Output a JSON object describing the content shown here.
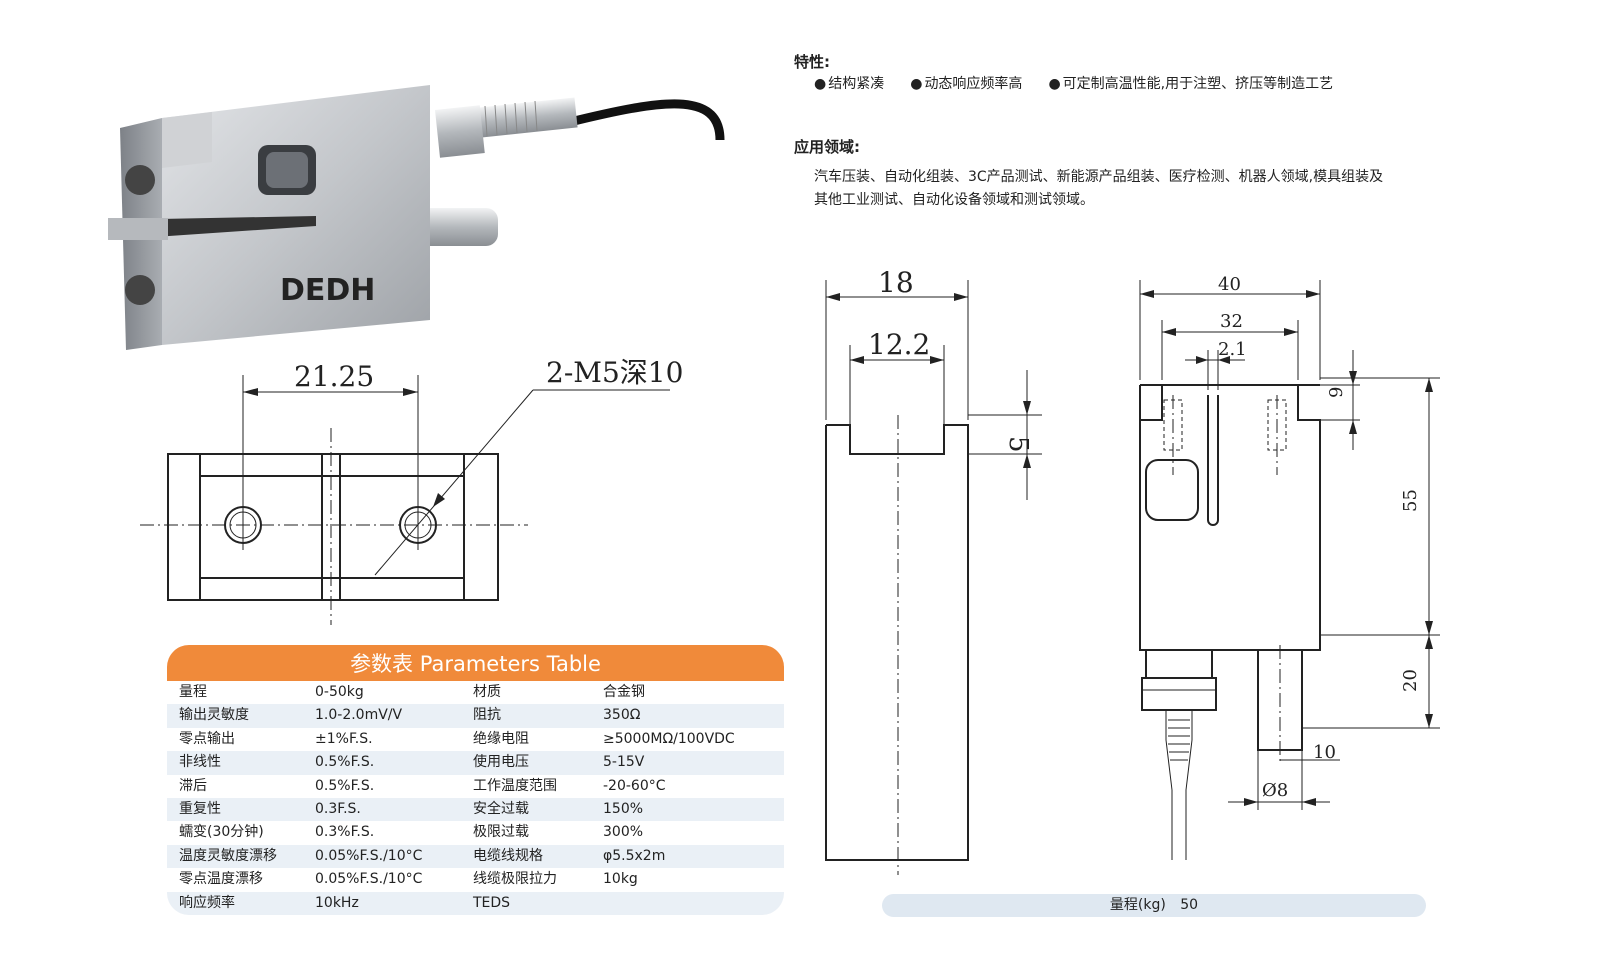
{
  "product": {
    "logo_text": "DEDH"
  },
  "features": {
    "title": "特性:",
    "items": [
      "结构紧凑",
      "动态响应频率高",
      "可定制高温性能,用于注塑、挤压等制造工艺"
    ]
  },
  "application": {
    "title": "应用领域:",
    "lines": [
      "汽车压装、自动化组装、3C产品测试、新能源产品组装、医疗检测、机器人领域,模具组装及",
      "其他工业测试、自动化设备领域和测试领域。"
    ]
  },
  "drawing_top_view": {
    "dim_hole_spacing": "21.25",
    "thread_label": "2-M5深10"
  },
  "drawing_side_view": {
    "dim_width": "18",
    "dim_inner": "12.2",
    "dim_depth": "5"
  },
  "drawing_front_view": {
    "dim_40": "40",
    "dim_32": "32",
    "dim_2_1": "2.1",
    "dim_9": "9",
    "dim_55": "55",
    "dim_20": "20",
    "dim_10": "10",
    "dim_dia8": "Ø8"
  },
  "params_table": {
    "header": "参数表 Parameters Table",
    "rows": [
      [
        "量程",
        "0-50kg",
        "材质",
        "合金钢"
      ],
      [
        "输出灵敏度",
        "1.0-2.0mV/V",
        "阻抗",
        "350Ω"
      ],
      [
        "零点输出",
        "±1%F.S.",
        "绝缘电阻",
        "≥5000MΩ/100VDC"
      ],
      [
        "非线性",
        "0.5%F.S.",
        "使用电压",
        "5-15V"
      ],
      [
        "滞后",
        "0.5%F.S.",
        "工作温度范围",
        "-20-60°C"
      ],
      [
        "重复性",
        "0.3F.S.",
        "安全过载",
        "150%"
      ],
      [
        "蠕变(30分钟)",
        "0.3%F.S.",
        "极限过载",
        "300%"
      ],
      [
        "温度灵敏度漂移",
        "0.05%F.S./10°C",
        "电缆线规格",
        "φ5.5x2m"
      ],
      [
        "零点温度漂移",
        "0.05%F.S./10°C",
        "线缆极限拉力",
        "10kg"
      ],
      [
        "响应频率",
        "10kHz",
        "TEDS",
        ""
      ]
    ]
  },
  "range_bar": {
    "label": "量程(kg)",
    "value": "50"
  },
  "colors": {
    "header_orange": "#f08a3a",
    "row_stripe": "#eaf0f6",
    "metal": "#c4c7cb"
  }
}
